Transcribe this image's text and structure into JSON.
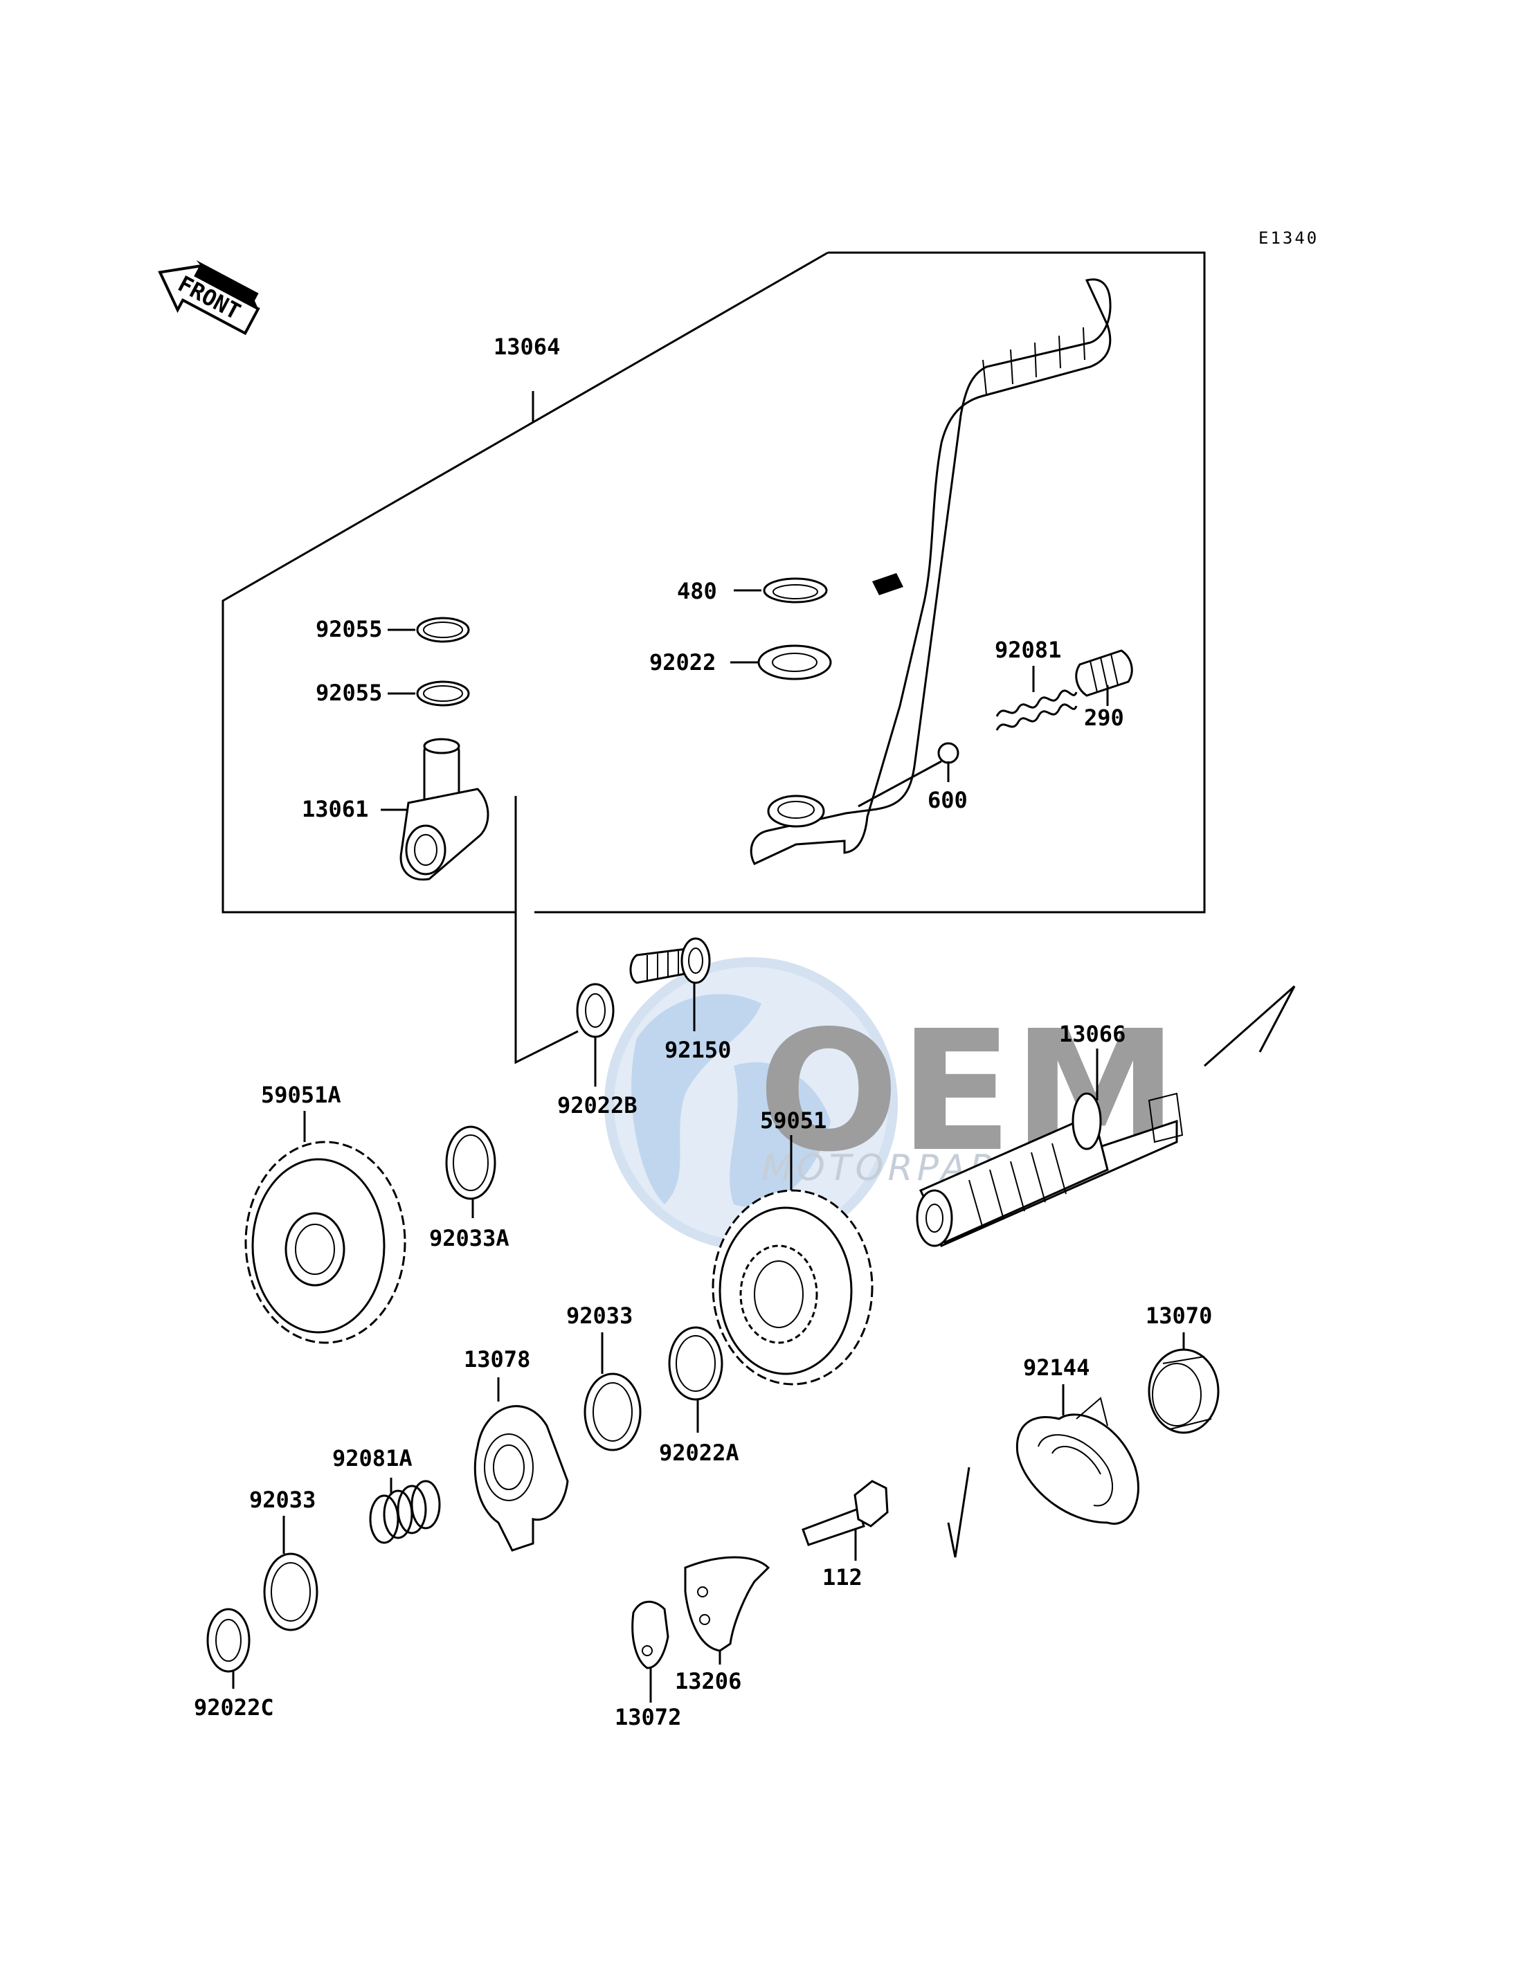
{
  "diagram_code": "E1340",
  "front_indicator": "FRONT",
  "watermark": {
    "brand": "OEM",
    "tagline": "MOTORPARTS",
    "colors": {
      "globe": "#cfe0f3",
      "globe_land": "#9fc1e6",
      "text": "#8d8d8d"
    }
  },
  "parts": {
    "p13064": "13064",
    "p480": "480",
    "p92055a": "92055",
    "p92055b": "92055",
    "p92022": "92022",
    "p92081": "92081",
    "p290": "290",
    "p13061": "13061",
    "p600": "600",
    "p92150": "92150",
    "p13066": "13066",
    "p59051A": "59051A",
    "p92022B": "92022B",
    "p59051": "59051",
    "p92033A": "92033A",
    "p92033a": "92033",
    "p13070": "13070",
    "p13078": "13078",
    "p92144": "92144",
    "p92022A": "92022A",
    "p92081A": "92081A",
    "p92033b": "92033",
    "p112": "112",
    "p13206": "13206",
    "p92022C": "92022C",
    "p13072": "13072"
  }
}
